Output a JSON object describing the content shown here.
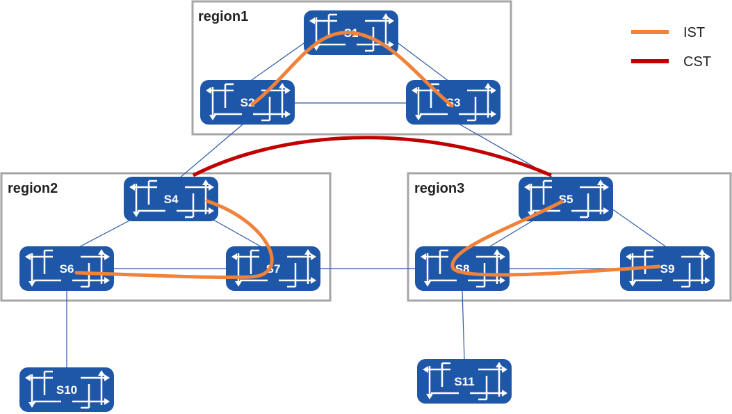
{
  "regions": {
    "r1": "region1",
    "r2": "region2",
    "r3": "region3"
  },
  "switches": {
    "s1": "S1",
    "s2": "S2",
    "s3": "S3",
    "s4": "S4",
    "s5": "S5",
    "s6": "S6",
    "s7": "S7",
    "s8": "S8",
    "s9": "S9",
    "s10": "S10",
    "s11": "S11"
  },
  "legend": {
    "ist": {
      "label": "IST",
      "color": "#f0823a"
    },
    "cst": {
      "label": "CST",
      "color": "#c00000"
    }
  },
  "colors": {
    "switch_fill": "#1f57a8",
    "link": "#2a58a6",
    "region_border": "#a6a6a6"
  },
  "icons": {
    "switch": "switch-icon"
  }
}
